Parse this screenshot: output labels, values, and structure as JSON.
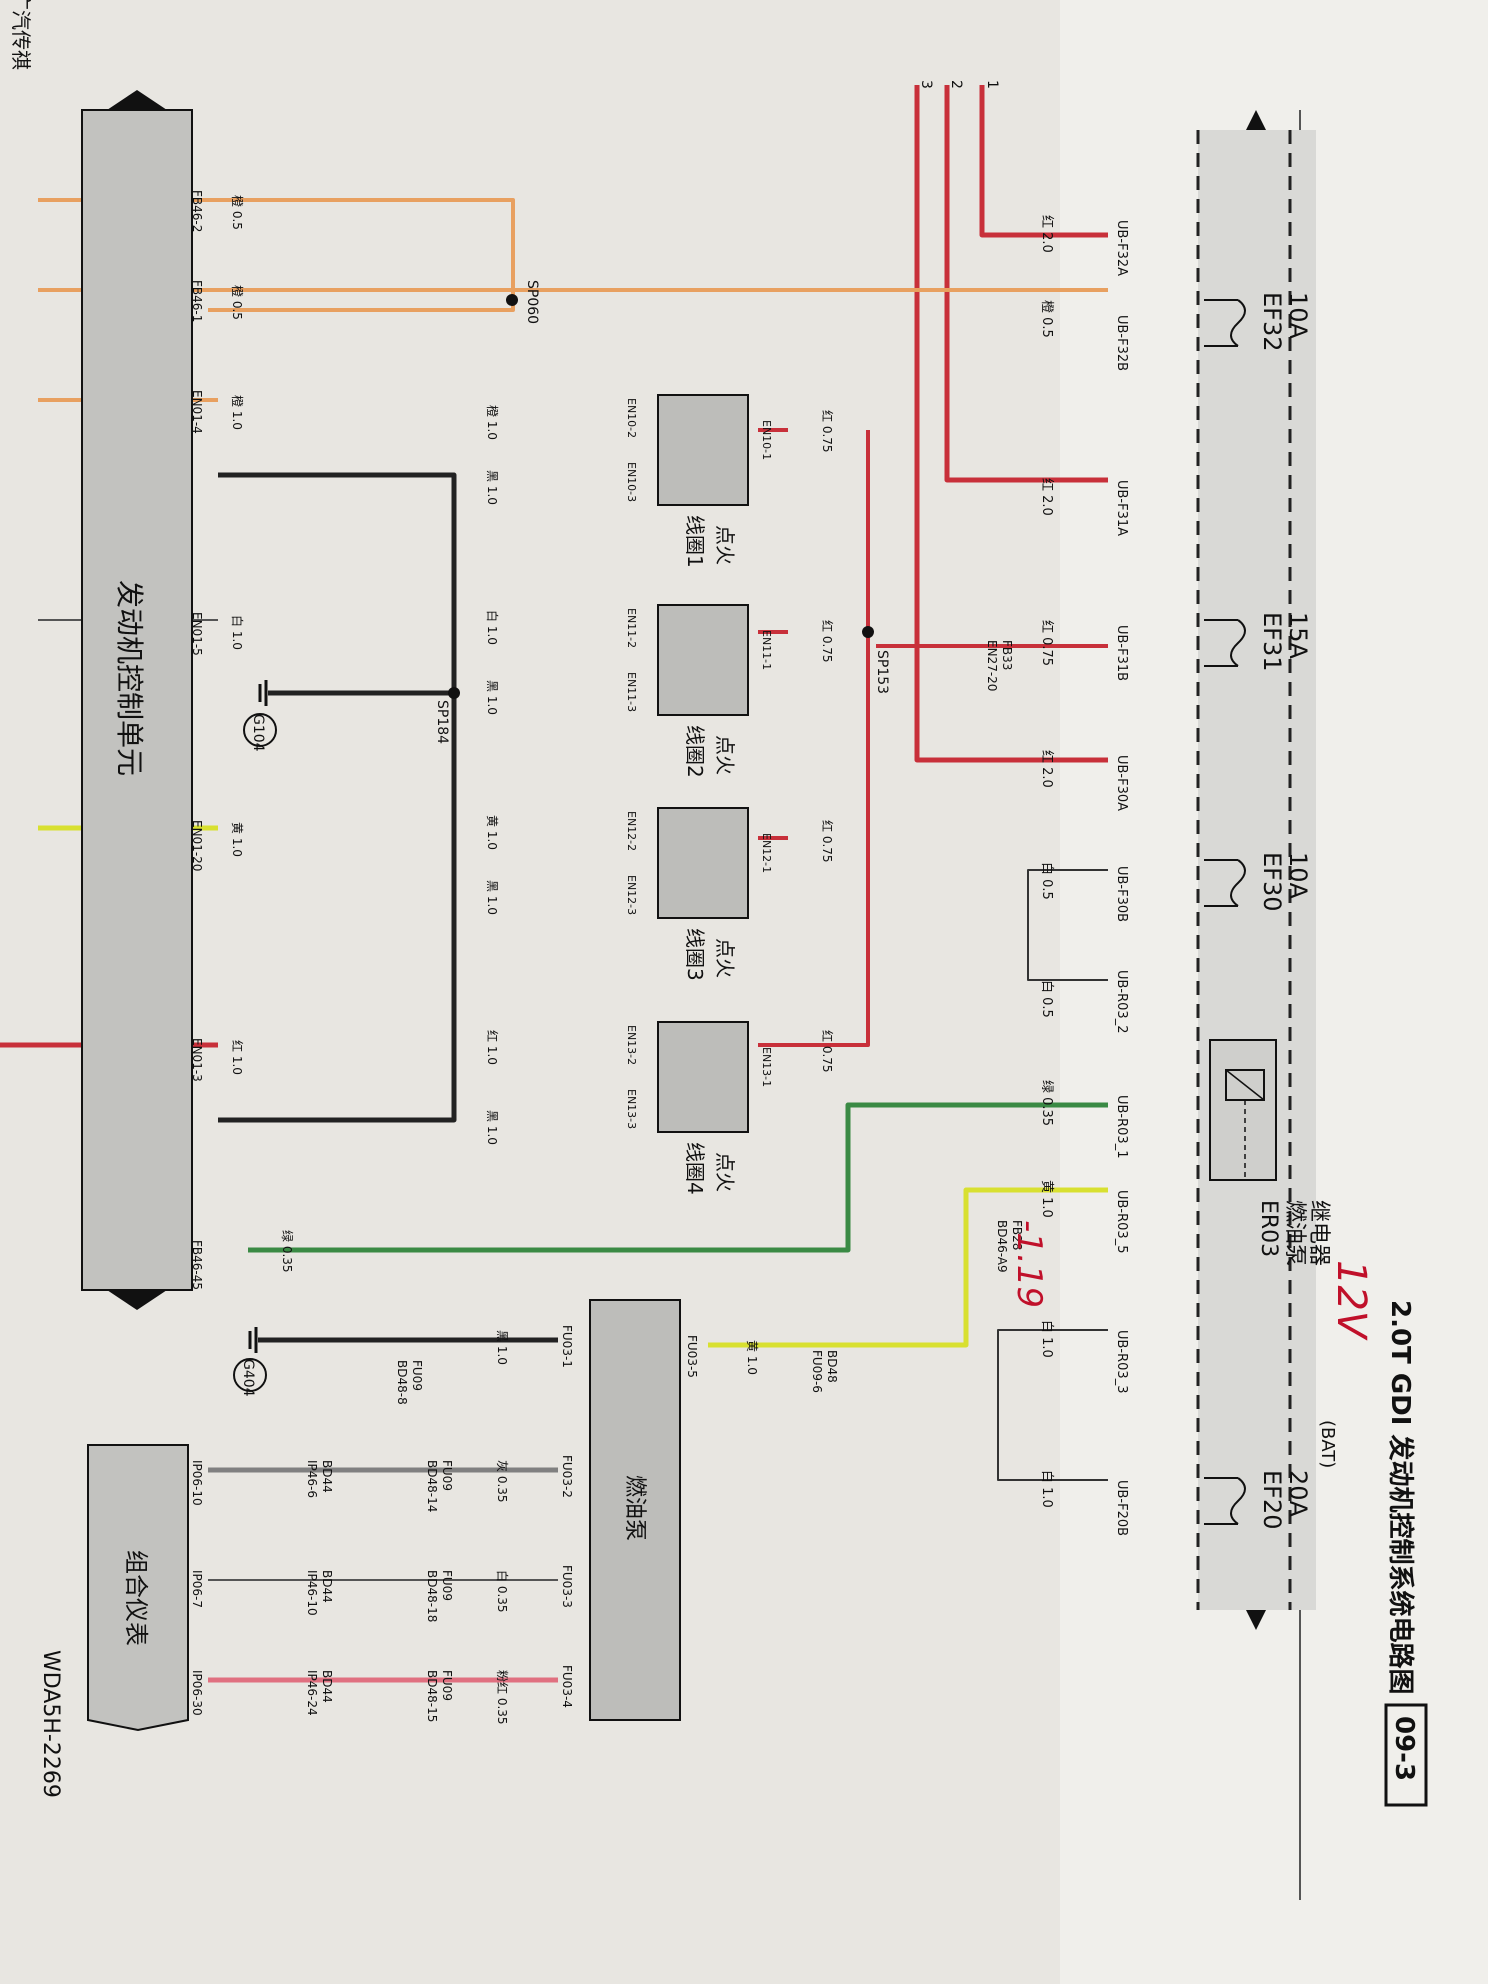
{
  "header": {
    "title": "2.0T GDI 发动机控制系统电路图",
    "page_no": "09-3",
    "doc_code": "WDA5H-2269",
    "corner_text": "广汽传祺",
    "bat_label": "(BAT)"
  },
  "inputs": {
    "in1": "1",
    "in2": "2",
    "in3": "3"
  },
  "handwritten": {
    "note_12v": "12V",
    "note_minus1": "-1.19"
  },
  "colors": {
    "red": "#c8303a",
    "orange": "#e8a060",
    "yellow": "#d8e030",
    "green": "#3a8a44",
    "black": "#222222",
    "gray": "#808080",
    "pink": "#e07080"
  },
  "fuses": [
    {
      "name": "EF32",
      "rating": "10A"
    },
    {
      "name": "EF31",
      "rating": "15A"
    },
    {
      "name": "EF30",
      "rating": "10A"
    },
    {
      "name": "EF20",
      "rating": "20A"
    }
  ],
  "relay": {
    "name": "ER03",
    "desc1": "燃油泵",
    "desc2": "继电器"
  },
  "ub_pins": {
    "f32a": "UB-F32A",
    "f32b": "UB-F32B",
    "f31a": "UB-F31A",
    "f31b": "UB-F31B",
    "f30a": "UB-F30A",
    "f30b": "UB-F30B",
    "r03_2": "UB-R03_2",
    "r03_1": "UB-R03_1",
    "r03_5": "UB-R03_5",
    "r03_3": "UB-R03_3",
    "f20b": "UB-F20B"
  },
  "wire_labels": {
    "red20": "红 2.0",
    "orange05": "橙 0.5",
    "orange10": "橙 1.0",
    "red075": "红 0.75",
    "white05": "白 0.5",
    "green035": "绿 0.35",
    "yellow10": "黄 1.0",
    "white10": "白 1.0",
    "black10": "黑 1.0",
    "red10": "红 1.0",
    "gray035": "灰 0.35",
    "white035": "白 0.35",
    "pink035": "粉红 0.35"
  },
  "splices": {
    "sp060": "SP060",
    "sp153": "SP153",
    "sp184": "SP184"
  },
  "inline": {
    "fb33": "FB33",
    "en27": "EN27-20",
    "fb28": "FB28",
    "bd46a9": "BD46-A9",
    "bd48": "BD48",
    "fu09_6": "FU09-6",
    "fu09a": "FU09",
    "bd48_8": "BD48-8",
    "fu09b": "FU09",
    "bd48_14": "BD48-14",
    "fu09c": "FU09",
    "bd48_18": "BD48-18",
    "fu09d": "FU09",
    "bd48_15": "BD48-15",
    "bd44a": "BD44",
    "ip46_6": "IP46-6",
    "bd44b": "BD44",
    "ip46_10": "IP46-10",
    "bd44c": "BD44",
    "ip46_24": "IP46-24"
  },
  "coils": [
    {
      "line1": "点火",
      "line2": "线圈1",
      "p1": "EN10-1",
      "p2": "EN10-2",
      "p3": "EN10-3"
    },
    {
      "line1": "点火",
      "line2": "线圈2",
      "p1": "EN11-1",
      "p2": "EN11-2",
      "p3": "EN11-3"
    },
    {
      "line1": "点火",
      "line2": "线圈3",
      "p1": "EN12-1",
      "p2": "EN12-2",
      "p3": "EN12-3"
    },
    {
      "line1": "点火",
      "line2": "线圈4",
      "p1": "EN13-1",
      "p2": "EN13-2",
      "p3": "EN13-3"
    }
  ],
  "ecu": {
    "name": "发动机控制单元",
    "pins": {
      "fb46_2": "FB46-2",
      "fb46_1": "FB46-1",
      "en01_4": "EN01-4",
      "en01_5": "EN01-5",
      "en01_20": "EN01-20",
      "en01_3": "EN01-3",
      "fb46_45": "FB46-45"
    }
  },
  "grounds": {
    "g104": "G104",
    "g404": "G404"
  },
  "fuel_pump": {
    "name": "燃油泵",
    "pins": {
      "p5": "FU03-5",
      "p1": "FU03-1",
      "p2": "FU03-2",
      "p3": "FU03-3",
      "p4": "FU03-4"
    }
  },
  "cluster": {
    "name": "组合仪表",
    "pins": {
      "p10": "IP06-10",
      "p7": "IP06-7",
      "p30": "IP06-30"
    }
  }
}
